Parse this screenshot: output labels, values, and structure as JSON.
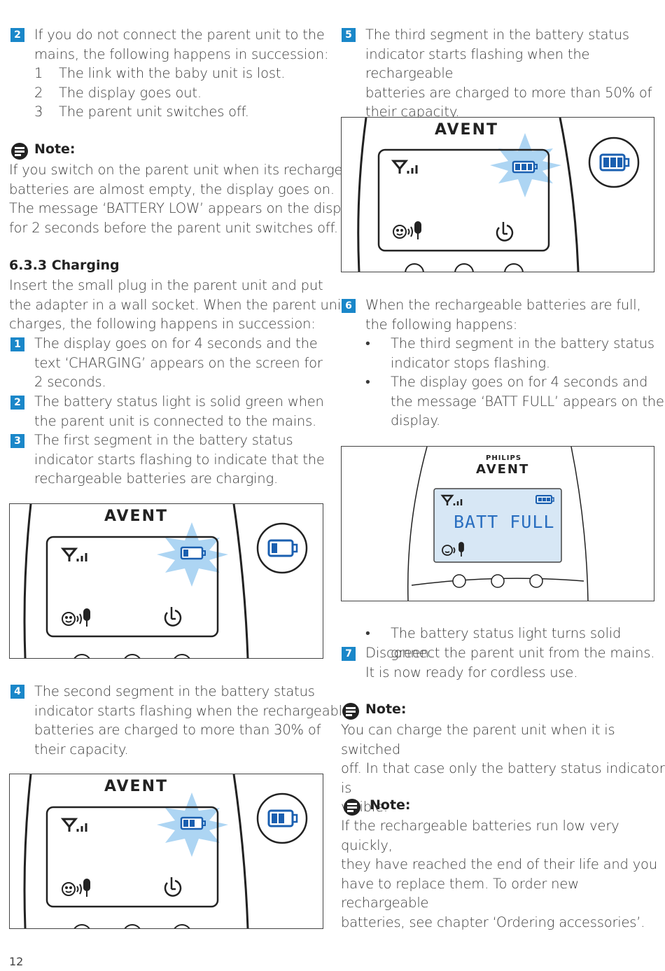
{
  "left": {
    "step2": {
      "num": "2",
      "line1": "If you do not connect the parent unit to the",
      "line2": "mains, the following happens in succession:",
      "items": [
        {
          "n": "1",
          "text": "The link with the baby unit is lost."
        },
        {
          "n": "2",
          "text": "The display goes out."
        },
        {
          "n": "3",
          "text": "The parent unit switches off."
        }
      ]
    },
    "note1": {
      "title": "Note:",
      "lines": [
        "If you switch on the parent unit when its rechargeable",
        "batteries are almost empty, the display goes on.",
        "The message ‘BATTERY LOW’ appears on the display",
        "for 2 seconds before the parent unit switches off."
      ]
    },
    "section": {
      "heading": "6.3.3 Charging",
      "lines": [
        "Insert the small plug in the parent unit and put",
        "the adapter in a wall socket. When the parent unit",
        "charges, the following happens in succession:"
      ]
    },
    "steps": [
      {
        "num": "1",
        "lines": [
          "The display goes on for 4 seconds and the",
          "text ‘CHARGING’ appears on the screen for",
          "2 seconds."
        ]
      },
      {
        "num": "2",
        "lines": [
          "The battery status light is solid green when",
          "the parent unit is connected to the mains."
        ]
      },
      {
        "num": "3",
        "lines": [
          "The first segment in the battery status",
          "indicator starts flashing to indicate that the",
          "rechargeable batteries are charging."
        ]
      }
    ],
    "step4": {
      "num": "4",
      "lines": [
        "The second segment in the battery status",
        "indicator starts flashing when the rechargeable",
        "batteries are charged to more than 30% of",
        "their capacity."
      ]
    },
    "figure_brand": "AVENT",
    "page_number": "12"
  },
  "right": {
    "step5": {
      "num": "5",
      "lines": [
        "The third segment in the battery status",
        "indicator starts flashing when the rechargeable",
        "batteries are charged to more than 50% of",
        "their capacity."
      ]
    },
    "step6": {
      "num": "6",
      "lines": [
        "When the rechargeable batteries are full,",
        "the following happens:"
      ],
      "bullets": [
        [
          "The third segment in the battery status",
          "indicator stops flashing."
        ],
        [
          "The display goes on for 4 seconds and",
          "the message ‘BATT FULL’ appears on the",
          "display."
        ]
      ]
    },
    "figure4": {
      "maker": "PHILIPS",
      "brand": "AVENT",
      "lcd_text": "BATT FULL"
    },
    "bullet_after": "The battery status light turns solid green.",
    "step7": {
      "num": "7",
      "lines": [
        "Disconnect the parent unit from the mains.",
        "It is now ready for cordless use."
      ]
    },
    "note2": {
      "title": "Note:",
      "lines": [
        "You can charge the parent unit when it is switched",
        "off. In that case only the battery status indicator is",
        "visible."
      ]
    },
    "note3": {
      "title": "Note:",
      "lines": [
        "If the rechargeable batteries run low very quickly,",
        "they have reached the end of their life and you",
        "have to replace them. To order new rechargeable",
        "batteries, see chapter ‘Ordering accessories’."
      ]
    }
  },
  "colors": {
    "accent": "#1a87c9",
    "flash": "#a9d3f2",
    "lcd": "#d7e7f5",
    "lcd_text": "#2a6fc0"
  }
}
